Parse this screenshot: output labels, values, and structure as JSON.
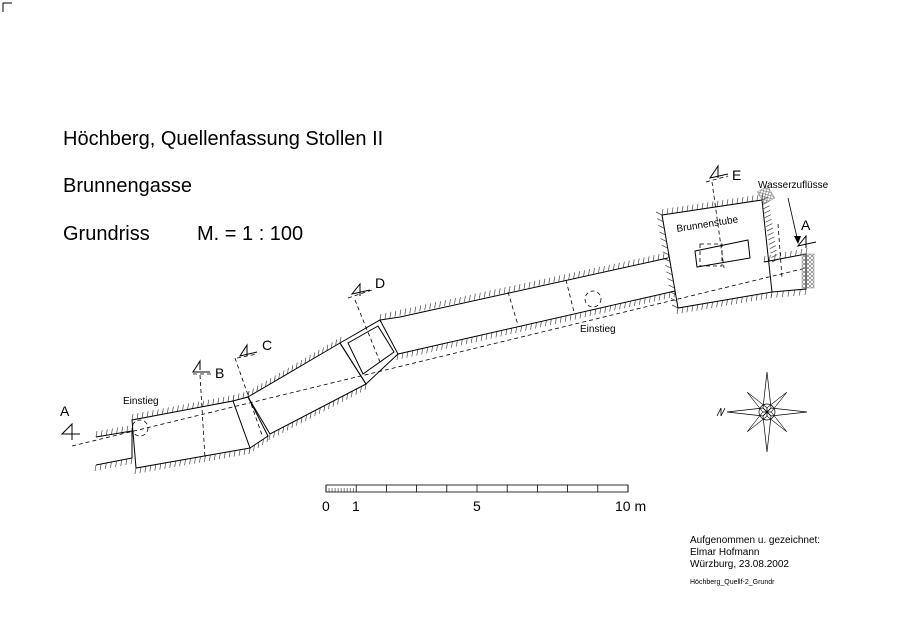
{
  "title": {
    "line1": "Höchberg, Quellenfassung Stollen II",
    "line2": "Brunnengasse",
    "line3_label": "Grundriss",
    "line3_scale": "M. = 1 : 100"
  },
  "section_markers": [
    "A",
    "B",
    "C",
    "D",
    "E",
    "A"
  ],
  "labels": {
    "einstieg_left": "Einstieg",
    "einstieg_right": "Einstieg",
    "brunnenstube": "Brunnenstube",
    "wasserzufluesse": "Wasserzuflüsse"
  },
  "scale_bar": {
    "ticks": [
      "0",
      "1",
      "5",
      "10 m"
    ]
  },
  "credits": {
    "line1": "Aufgenommen u. gezeichnet:",
    "line2": "Elmar Hofmann",
    "line3": "Würzburg, 23.08.2002",
    "file": "Höchberg_Quellf-2_Grundr"
  },
  "icons": {
    "north_arrow": "compass-rose-icon"
  }
}
